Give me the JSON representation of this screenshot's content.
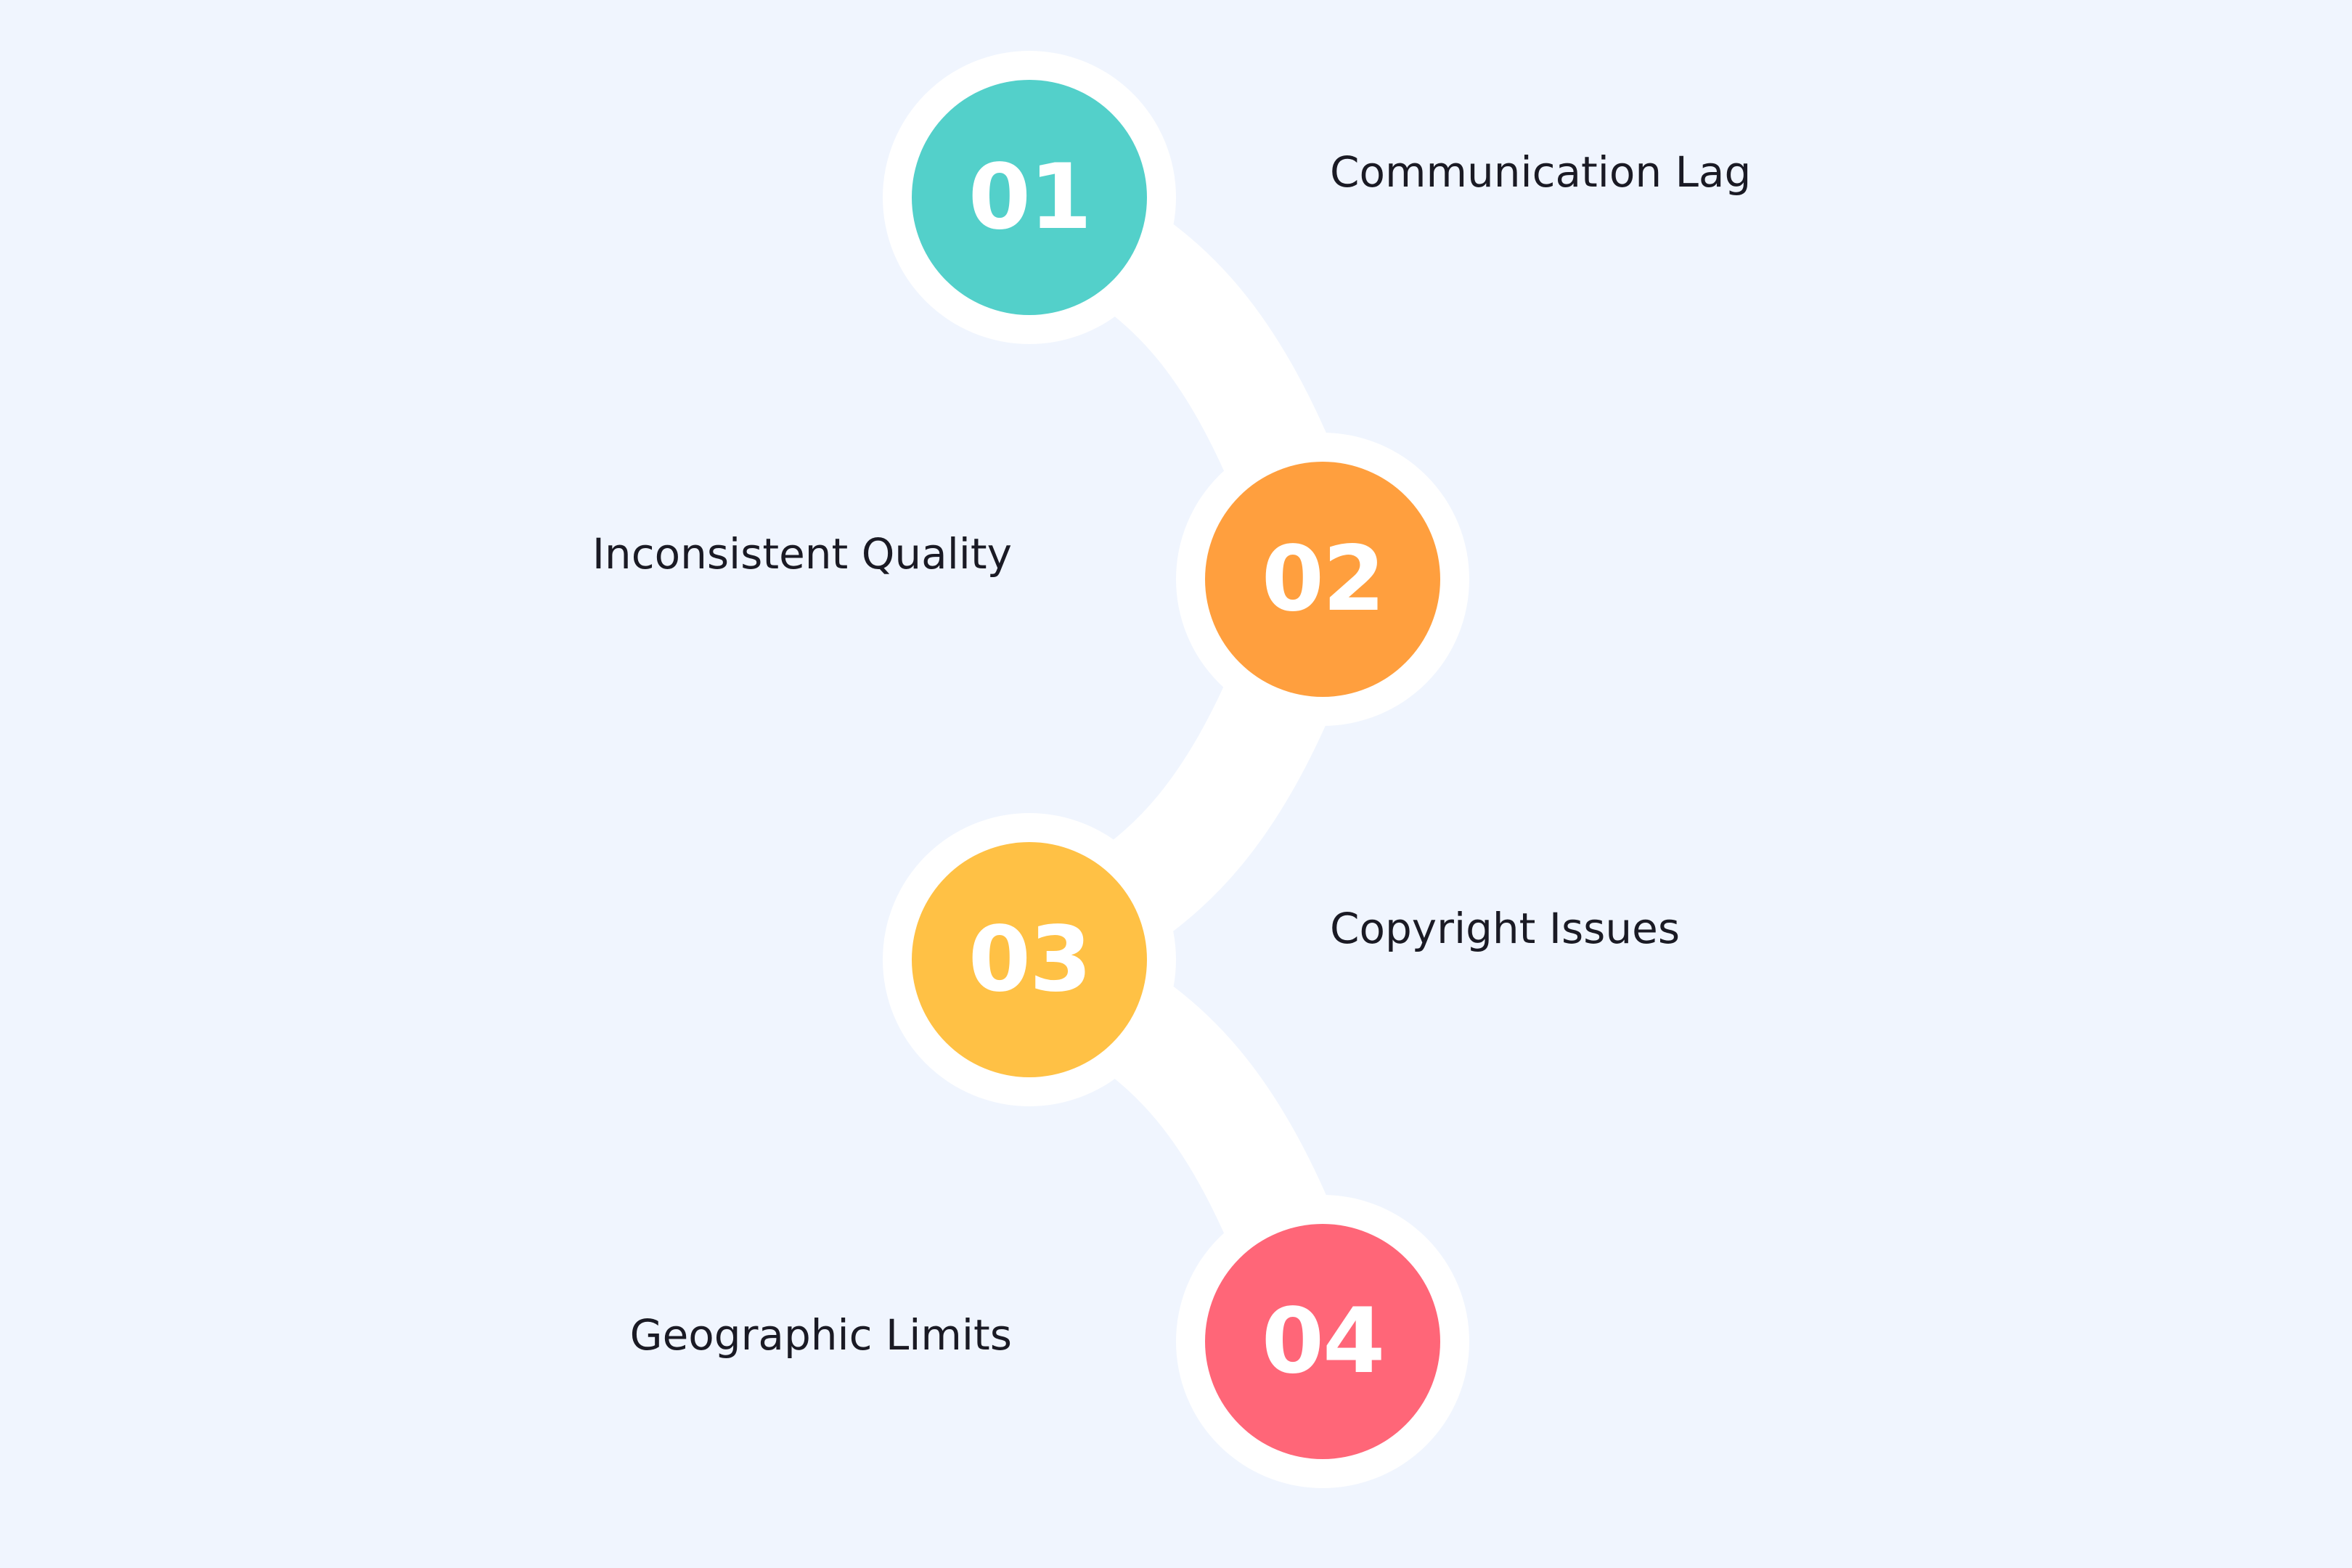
{
  "steps": [
    {
      "number": "01",
      "label": "Communication Lag",
      "color": "#53d0ca"
    },
    {
      "number": "02",
      "label": "Inconsistent Quality",
      "color": "#ff9f3e"
    },
    {
      "number": "03",
      "label": "Copyright Issues",
      "color": "#ffc145"
    },
    {
      "number": "04",
      "label": "Geographic Limits",
      "color": "#ff6678"
    }
  ],
  "colors": {
    "background": "#f0f5fe",
    "track": "#ffffff",
    "label_text": "#1a1a24"
  }
}
